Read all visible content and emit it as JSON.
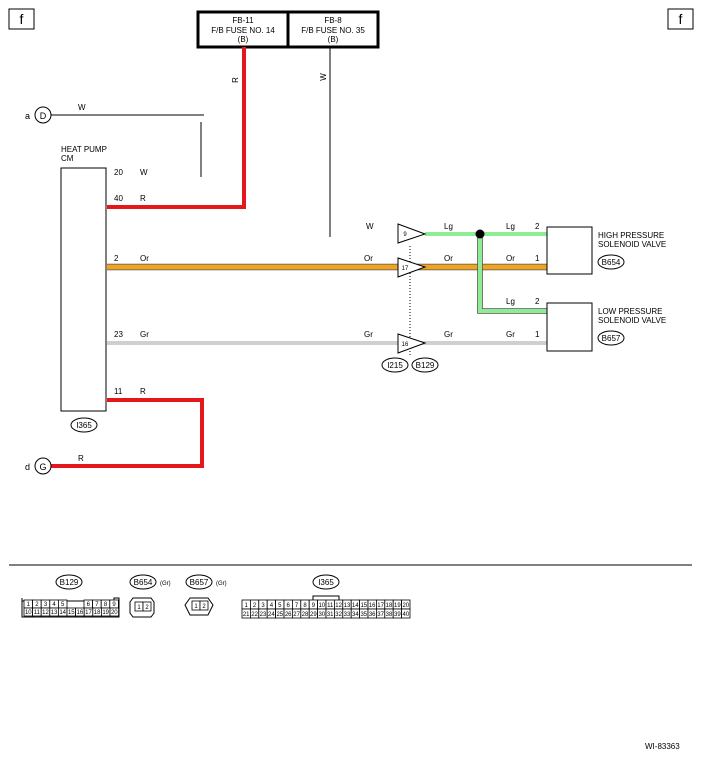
{
  "page_marks": {
    "left": "f",
    "right": "f"
  },
  "fuses": [
    {
      "id": "FB-11",
      "name": "F/B FUSE NO. 14",
      "code": "(B)"
    },
    {
      "id": "FB-8",
      "name": "F/B FUSE NO. 35",
      "code": "(B)"
    }
  ],
  "fuse_wires": {
    "fb11": "R",
    "fb8": "W"
  },
  "refs": {
    "a": {
      "letter": "a",
      "conn": "D",
      "wire": "W"
    },
    "d": {
      "letter": "d",
      "conn": "G",
      "wire": "R"
    }
  },
  "module": {
    "name_line1": "HEAT PUMP",
    "name_line2": "CM",
    "connector": "I365",
    "pins": [
      {
        "pin": "20",
        "color": "W"
      },
      {
        "pin": "40",
        "color": "R"
      },
      {
        "pin": "2",
        "color": "Or"
      },
      {
        "pin": "23",
        "color": "Gr"
      },
      {
        "pin": "11",
        "color": "R"
      }
    ]
  },
  "joint": {
    "connectors": [
      "I215",
      "B129"
    ],
    "pins": [
      {
        "pin": "9",
        "in": "W",
        "out": "Lg"
      },
      {
        "pin": "17",
        "in": "Or",
        "out": "Or"
      },
      {
        "pin": "16",
        "in": "Gr",
        "out": "Gr"
      }
    ]
  },
  "valves": [
    {
      "line1": "HIGH PRESSURE",
      "line2": "SOLENOID VALVE",
      "connector": "B654",
      "pins": [
        {
          "pin": "2",
          "color": "Lg"
        },
        {
          "pin": "1",
          "color": "Or"
        }
      ]
    },
    {
      "line1": "LOW PRESSURE",
      "line2": "SOLENOID VALVE",
      "connector": "B657",
      "pins": [
        {
          "pin": "2",
          "color": "Lg"
        },
        {
          "pin": "1",
          "color": "Gr"
        }
      ]
    }
  ],
  "connector_views": {
    "b129": {
      "label": "B129",
      "top": [
        "1",
        "2",
        "3",
        "4",
        "5",
        "6",
        "7",
        "8",
        "9"
      ],
      "bottom": [
        "10",
        "11",
        "12",
        "13",
        "14",
        "15",
        "16",
        "17",
        "18",
        "19",
        "20"
      ]
    },
    "b654": {
      "label": "B654",
      "color": "(Gr)",
      "pins": [
        "1",
        "2"
      ]
    },
    "b657": {
      "label": "B657",
      "color": "(Gr)",
      "pins": [
        "1",
        "2"
      ]
    },
    "i365": {
      "label": "I365",
      "top": [
        "1",
        "2",
        "3",
        "4",
        "5",
        "6",
        "7",
        "8",
        "9",
        "10",
        "11",
        "12",
        "13",
        "14",
        "15",
        "16",
        "17",
        "18",
        "19",
        "20"
      ],
      "bottom": [
        "21",
        "22",
        "23",
        "24",
        "25",
        "26",
        "27",
        "28",
        "29",
        "30",
        "31",
        "32",
        "33",
        "34",
        "35",
        "36",
        "37",
        "38",
        "39",
        "40"
      ]
    }
  },
  "wire_colors": {
    "red": "#e4171b",
    "orange": "#f0a422",
    "green": "#90ec94",
    "gray": "#cfcfcf",
    "black": "#000000"
  },
  "diagram_id": "WI-83363"
}
